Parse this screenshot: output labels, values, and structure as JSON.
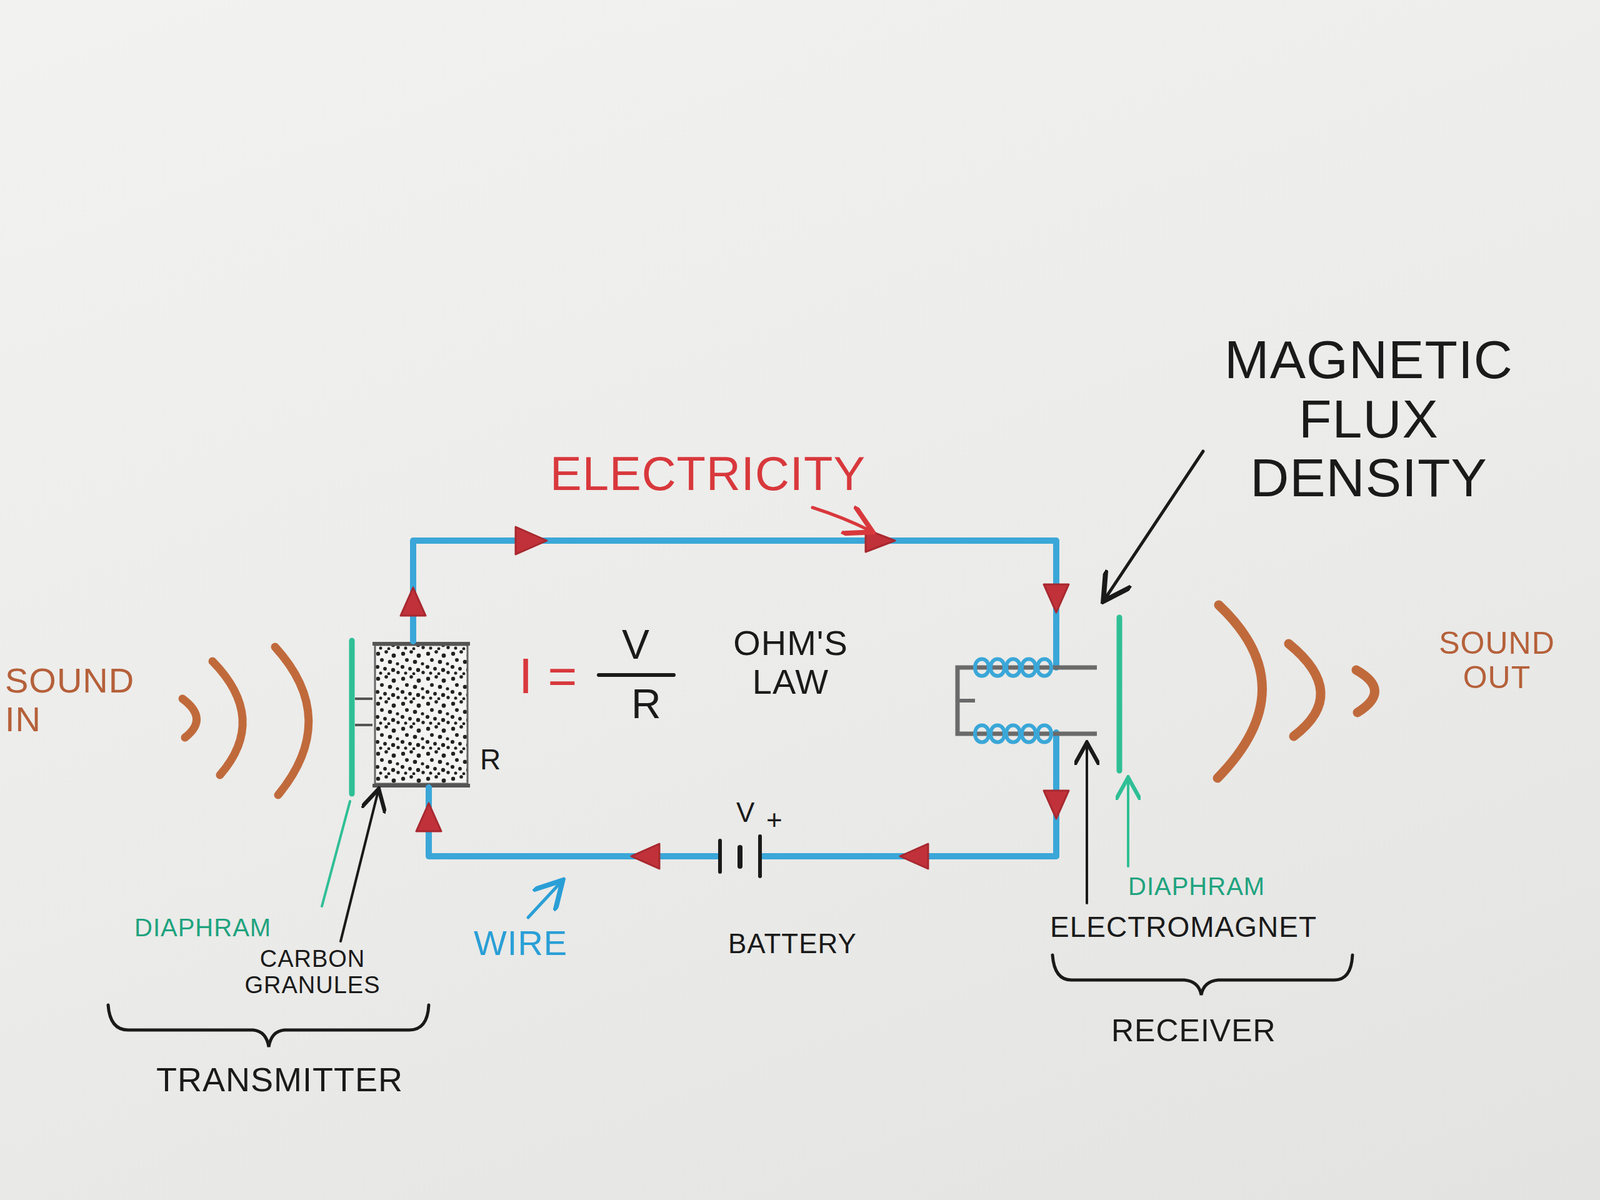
{
  "diagram": {
    "labels": [
      "SOUND IN",
      "DIAPHRAM",
      "CARBON GRANULES",
      "R",
      "TRANSMITTER",
      "ELECTRICITY",
      "I =",
      "V",
      "R",
      "OHM'S LAW",
      "WIRE",
      "V",
      "+",
      "BATTERY",
      "MAGNETIC FLUX DENSITY",
      "DIAPHRAM",
      "ELECTROMAGNET",
      "RECEIVER",
      "SOUND OUT"
    ]
  }
}
